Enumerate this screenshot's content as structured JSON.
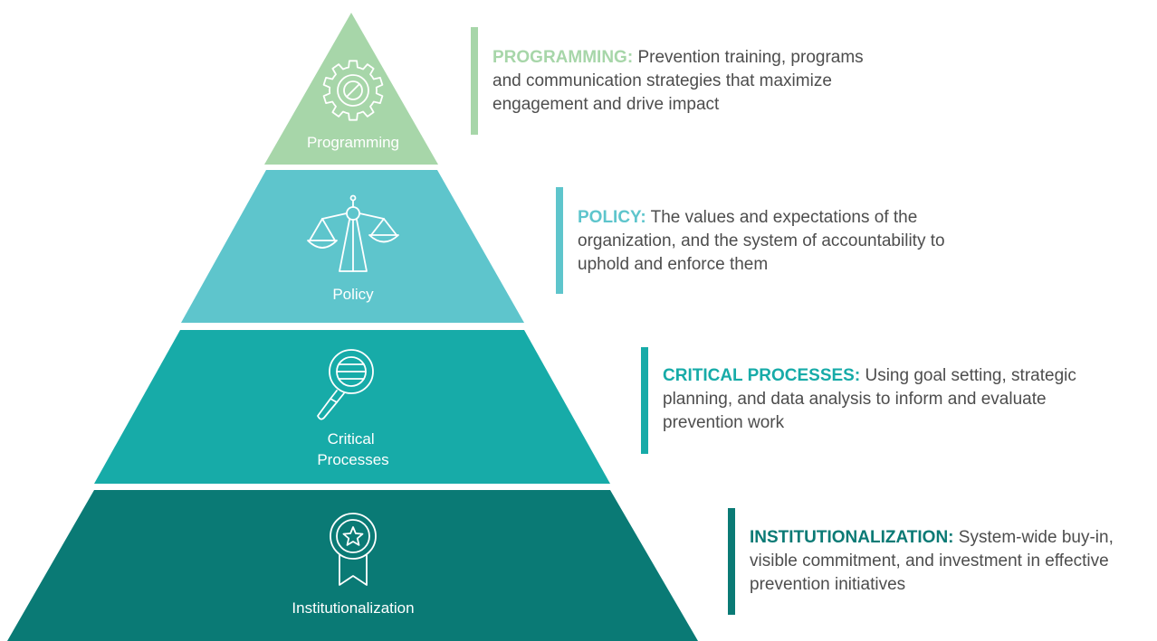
{
  "colors": {
    "programming": "#a7d6a9",
    "policy": "#5ec5cc",
    "critical_processes": "#17aba8",
    "institutionalization": "#0a7a75",
    "body_text": "#4d4d4d"
  },
  "tiers": [
    {
      "key": "programming",
      "label": "Programming",
      "icon": "gear-icon",
      "term": "PROGRAMMING:",
      "description": "Prevention training, programs and communication strategies that maximize engagement and drive impact"
    },
    {
      "key": "policy",
      "label": "Policy",
      "icon": "scales-of-justice-icon",
      "term": "POLICY:",
      "description": "The values and expectations of the organization, and the system of accountability to uphold and enforce them"
    },
    {
      "key": "critical_processes",
      "label_lines": [
        "Critical",
        "Processes"
      ],
      "icon": "magnifying-glass-icon",
      "term": "CRITICAL PROCESSES:",
      "description": "Using goal setting, strategic planning, and data analysis to inform and evaluate prevention work"
    },
    {
      "key": "institutionalization",
      "label": "Institutionalization",
      "icon": "award-ribbon-icon",
      "term": "INSTITUTIONALIZATION:",
      "description": "System-wide buy-in, visible commitment, and investment in effective prevention initiatives"
    }
  ]
}
